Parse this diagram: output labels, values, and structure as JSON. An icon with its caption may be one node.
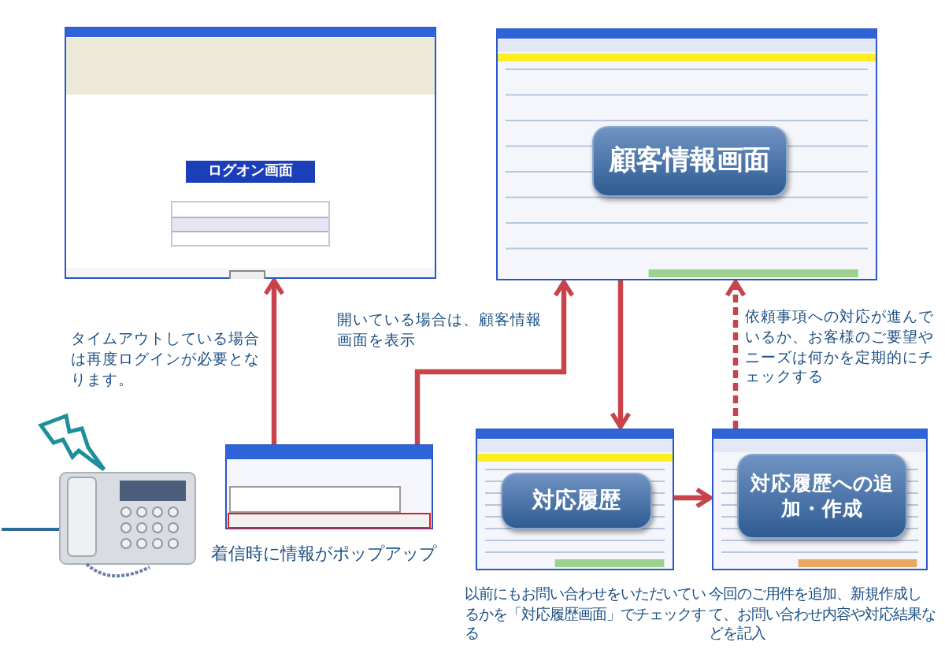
{
  "diagram": {
    "nodes": [
      {
        "text": [
          "ログオン画面"
        ]
      },
      {
        "text": [
          "顧客情報画面"
        ]
      },
      {
        "text": [],
        "shape": "picture",
        "beside": [
          "着信時に情報がポップアップ"
        ]
      },
      {
        "text": [
          "対応履歴"
        ],
        "beside": [
          "以前にもお問い合わせをいただいているかを「対応履歴画面」でチェックする"
        ]
      },
      {
        "text": [
          "対応履歴への追加・作成"
        ],
        "beside": [
          "今回のご用件を追加、新規作成して、お問い合わせ内容や対応結果などを記入"
        ]
      }
    ],
    "edges": [
      {
        "from": 2,
        "to": 0,
        "arrow": "to",
        "label": "タイムアウトしている場合は再度ログインが必要となります。"
      },
      {
        "from": 2,
        "to": 1,
        "arrow": "to",
        "label": "開いている場合は、顧客情報画面を表示"
      },
      {
        "from": 1,
        "to": 3,
        "arrow": "to"
      },
      {
        "from": 3,
        "to": 4,
        "arrow": "to"
      },
      {
        "from": 4,
        "to": 1,
        "arrow": "to",
        "style": "dashed",
        "label": "依頼事項への対応が進んでいるか、お客様のご要望やニーズは何かを定期的にチェックする"
      }
    ]
  }
}
